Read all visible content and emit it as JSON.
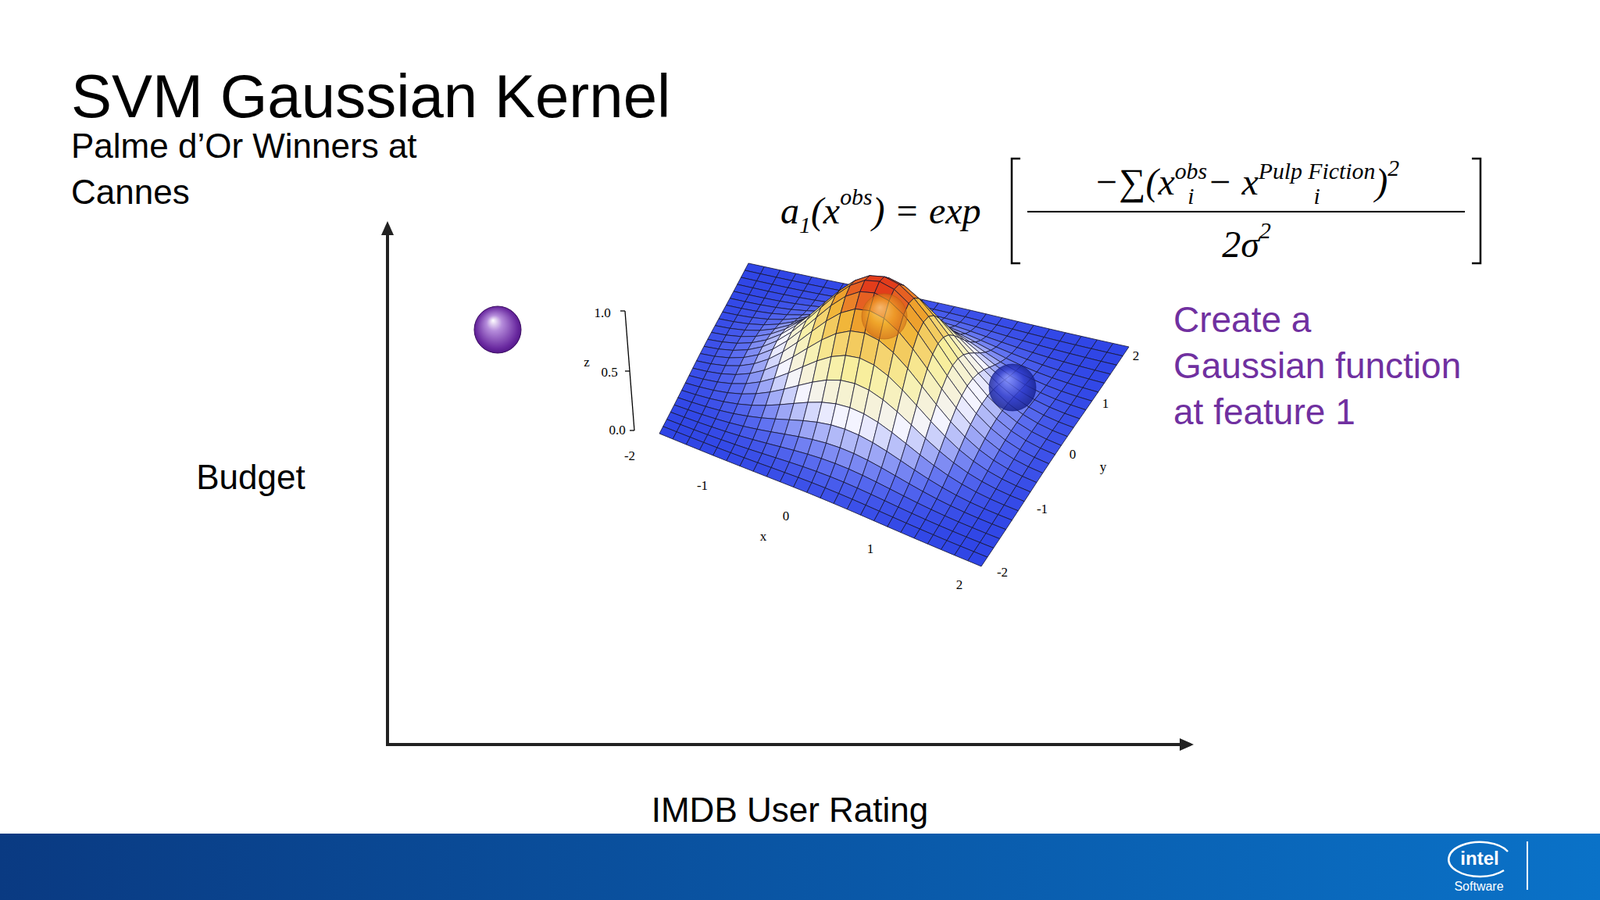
{
  "diagram": {
    "title": "SVM Gaussian Kernel",
    "labels": [
      "Palme d’Or Winners at Cannes",
      "a",
      "1",
      "(x",
      "obs",
      ") = exp",
      "−∑(x",
      "obs",
      "i",
      "− x",
      "Pulp Fiction",
      "i",
      ")",
      "2",
      "2σ",
      "2",
      "Create a Gaussian function at feature 1",
      "1.0",
      "0.5",
      "0.0",
      "z",
      "-2",
      "-1",
      "0",
      "1",
      "2",
      "x",
      "2",
      "1",
      "0",
      "-1",
      "-2",
      "y",
      "Budget",
      "IMDB User Rating",
      "intel",
      "Software"
    ]
  }
}
